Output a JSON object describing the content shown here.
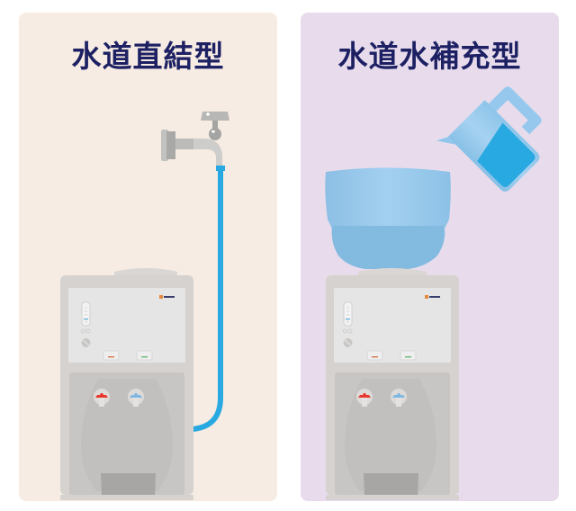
{
  "panels": [
    {
      "id": "direct",
      "title": "水道直結型",
      "background": "#f6ece3",
      "illustration": {
        "faucet": "water-faucet-icon",
        "hose_color": "#29a9e1",
        "dispenser": "water-dispenser",
        "hot_tap_color": "#e8382d",
        "cold_tap_color": "#7fb8e2"
      }
    },
    {
      "id": "refill",
      "title": "水道水補充型",
      "background": "#e8dcec",
      "illustration": {
        "jug": "pitcher-icon",
        "water_color": "#29a9e1",
        "tank_color": "#8fc3e6",
        "dispenser": "water-dispenser",
        "hot_tap_color": "#e8382d",
        "cold_tap_color": "#7fb8e2"
      }
    }
  ],
  "colors": {
    "title_text": "#1d2163",
    "dispenser_body": "#d5d2cf",
    "dispenser_panel": "#e5e5e5",
    "dispenser_lower": "#c8c6c4",
    "drip_tray": "#a8a6a4"
  }
}
